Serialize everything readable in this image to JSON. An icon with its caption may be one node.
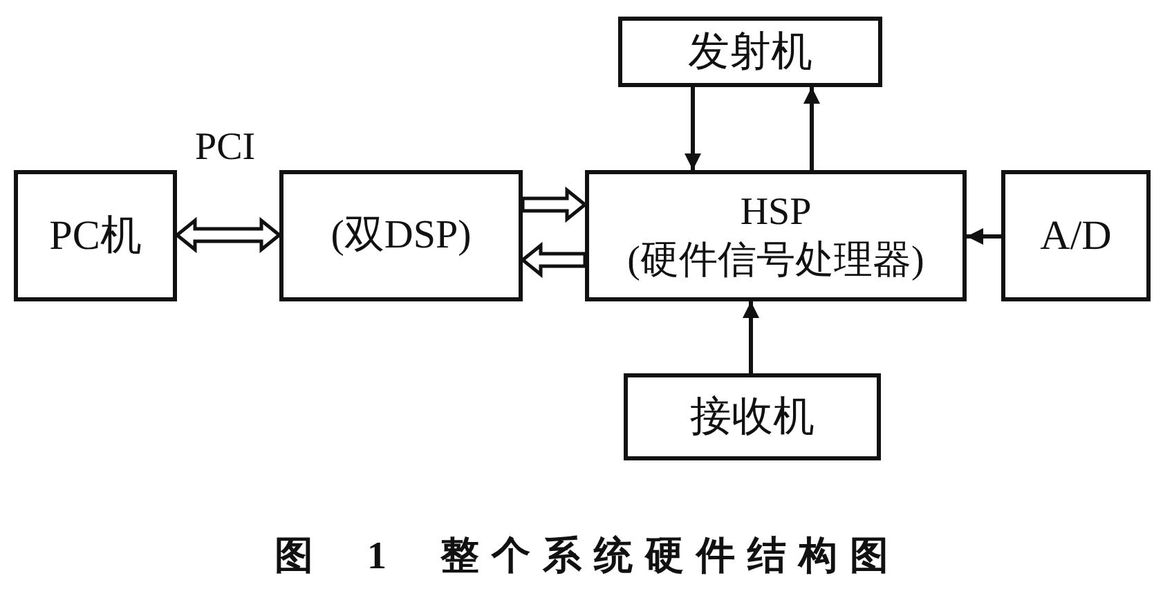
{
  "diagram": {
    "caption": "图 1 整个系统硬件结构图",
    "nodes": [
      {
        "text": [
          "PC机"
        ]
      },
      {
        "text": [
          "(双DSP)"
        ]
      },
      {
        "text": [
          "发射机"
        ]
      },
      {
        "text": [
          "HSP (硬件信号处理器)"
        ]
      },
      {
        "text": [
          "A/D"
        ]
      },
      {
        "text": [
          "接收机"
        ]
      }
    ],
    "edges": [
      {
        "from": 0,
        "to": 1,
        "arrow": "both",
        "label": "PCI",
        "style": "thick"
      },
      {
        "from": 1,
        "to": 3,
        "arrow": "to",
        "style": "thick"
      },
      {
        "from": 3,
        "to": 1,
        "arrow": "to",
        "style": "thick"
      },
      {
        "from": 2,
        "to": 3,
        "arrow": "to"
      },
      {
        "from": 3,
        "to": 2,
        "arrow": "to"
      },
      {
        "from": 4,
        "to": 3,
        "arrow": "to"
      },
      {
        "from": 5,
        "to": 3,
        "arrow": "to"
      }
    ]
  }
}
